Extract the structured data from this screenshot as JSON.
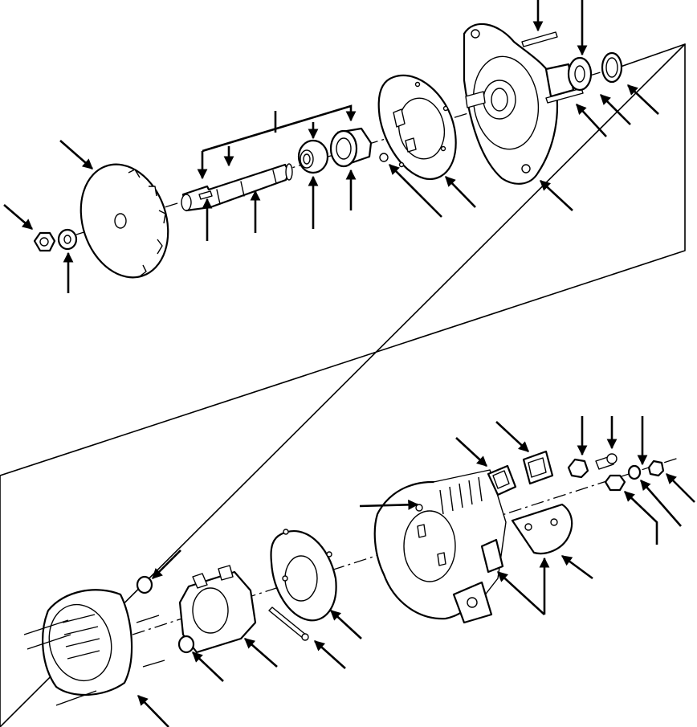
{
  "figure": {
    "type": "exploded-view",
    "subject": "alternator",
    "text_labels": [],
    "callout_count": 32
  }
}
